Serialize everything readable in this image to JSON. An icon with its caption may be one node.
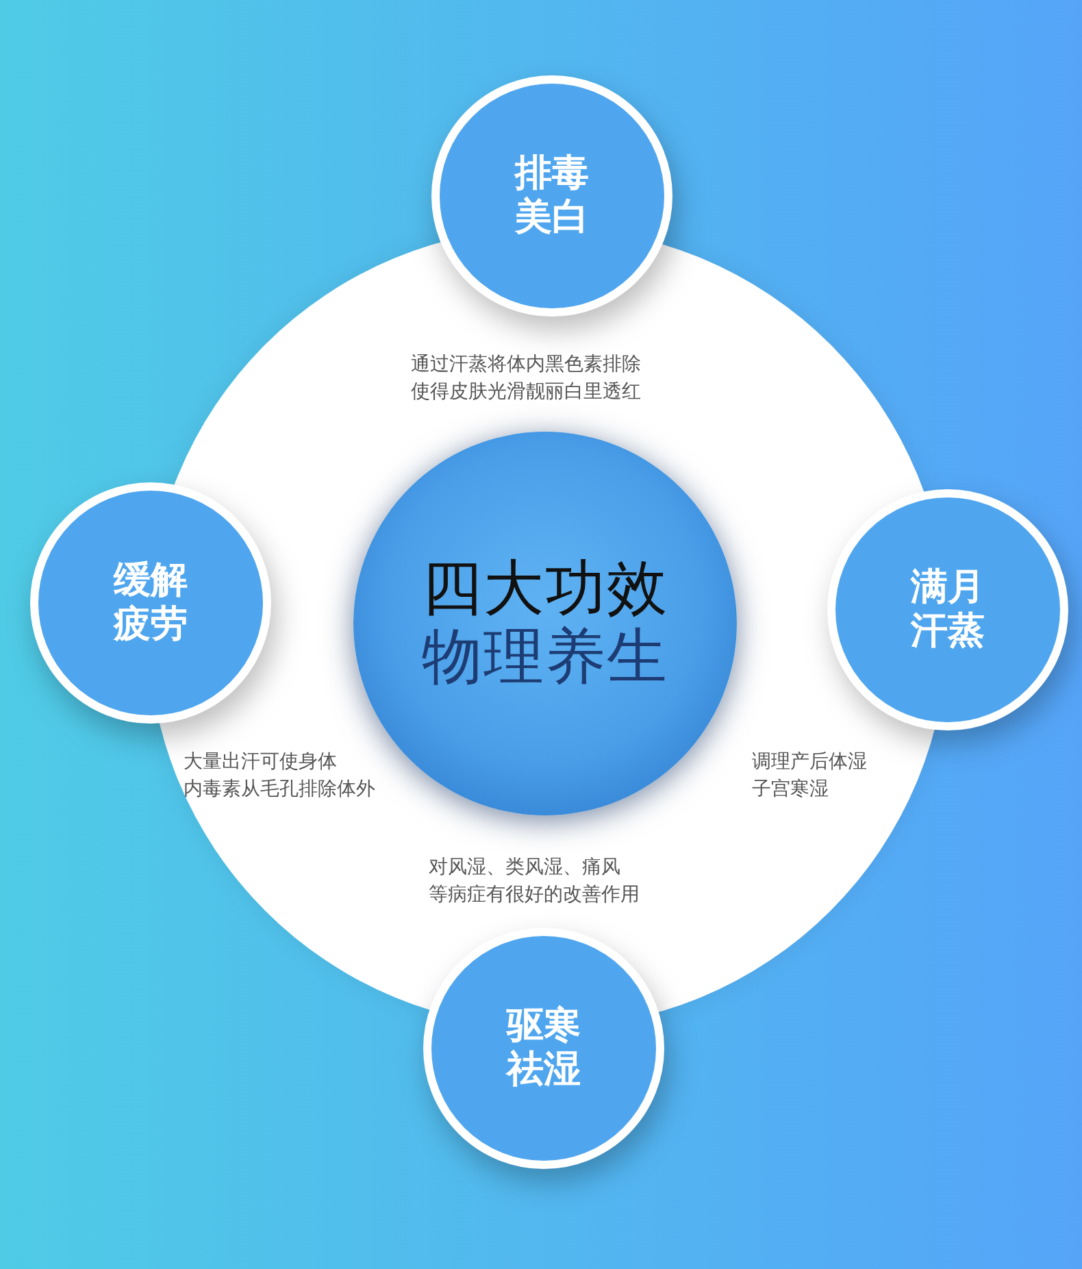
{
  "diagram": {
    "nodes": [
      {
        "text": [
          "四大功效",
          "物理养生"
        ]
      },
      {
        "text": [
          "排毒美白"
        ]
      },
      {
        "text": [
          "缓解疲劳"
        ]
      },
      {
        "text": [
          "满月汗蒸"
        ]
      },
      {
        "text": [
          "驱寒祛湿"
        ]
      }
    ],
    "labels": [
      "通过汗蒸将体内黑色素排除使得皮肤光滑靓丽白里透红",
      "大量出汗可使身体内毒素从毛孔排除体外",
      "调理产后体湿子宫寒湿",
      "对风湿、类风湿、痛风等病症有很好的改善作用"
    ]
  }
}
